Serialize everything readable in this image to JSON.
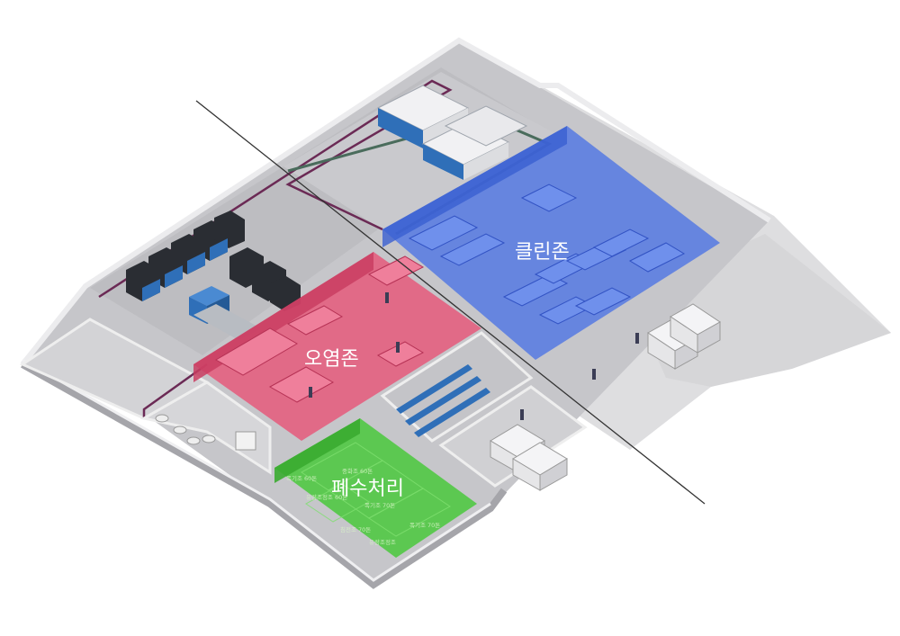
{
  "zones": [
    {
      "id": "clean",
      "label": "클린존",
      "color": "#4a72e6"
    },
    {
      "id": "contaminated",
      "label": "오염존",
      "color": "#e84f74"
    },
    {
      "id": "wastewater",
      "label": "폐수처리",
      "color": "#49c83c"
    }
  ],
  "wastewater_tanks": [
    "중화조 60톤",
    "폭기조 60톤",
    "유량조정조 60톤",
    "폭기조 70톤",
    "폭기조 70톤",
    "침전조 70톤",
    "유량조정조"
  ],
  "colors": {
    "floor": "#c9c9cc",
    "wall_top": "#e6e6e8",
    "wall_side": "#9a9aa0",
    "ground": "#dcdcdc",
    "machine_dark": "#2a2d33",
    "machine_blue": "#2f6fb8",
    "van": "#f2f2f2"
  }
}
